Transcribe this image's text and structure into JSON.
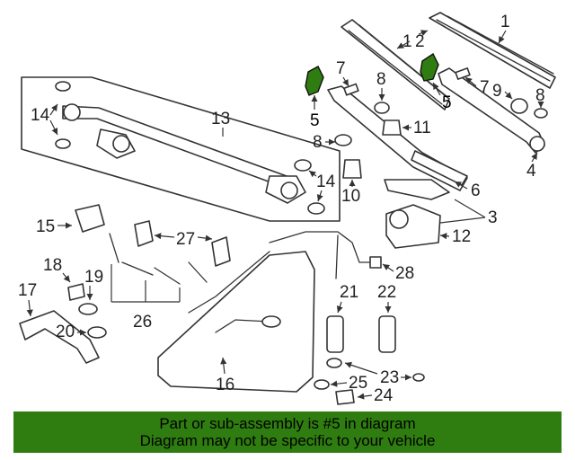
{
  "diagram": {
    "callouts": [
      "1",
      "2",
      "3",
      "4",
      "5",
      "6",
      "7",
      "8",
      "9",
      "10",
      "11",
      "12",
      "13",
      "14",
      "15",
      "16",
      "17",
      "18",
      "19",
      "20",
      "21",
      "22",
      "23",
      "24",
      "25",
      "26",
      "27",
      "28"
    ],
    "highlighted_part": "5",
    "highlight_color": "#2f7d10"
  },
  "banner": {
    "line1": "Part or sub-assembly is #5 in diagram",
    "line2": "Diagram may not be specific to your vehicle",
    "background": "#2f7d10"
  }
}
